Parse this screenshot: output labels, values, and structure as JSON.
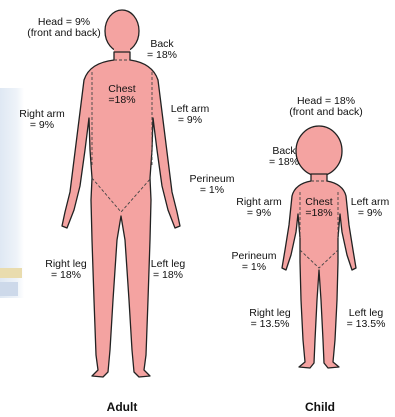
{
  "colors": {
    "body_fill": "#f4a3a1",
    "outline": "#222222",
    "region_line": "#444444"
  },
  "adult": {
    "caption": "Adult",
    "head": "Head = 9%\n(front and back)",
    "back": "Back\n= 18%",
    "chest": "Chest\n=18%",
    "right_arm": "Right arm\n= 9%",
    "left_arm": "Left arm\n= 9%",
    "perineum": "Perineum\n= 1%",
    "right_leg": "Right leg\n= 18%",
    "left_leg": "Left leg\n= 18%"
  },
  "child": {
    "caption": "Child",
    "head": "Head = 18%\n(front and back)",
    "back": "Back\n= 18%",
    "chest": "Chest\n=18%",
    "right_arm": "Right arm\n= 9%",
    "left_arm": "Left arm\n= 9%",
    "perineum": "Perineum\n= 1%",
    "right_leg": "Right leg\n= 13.5%",
    "left_leg": "Left leg\n= 13.5%"
  }
}
